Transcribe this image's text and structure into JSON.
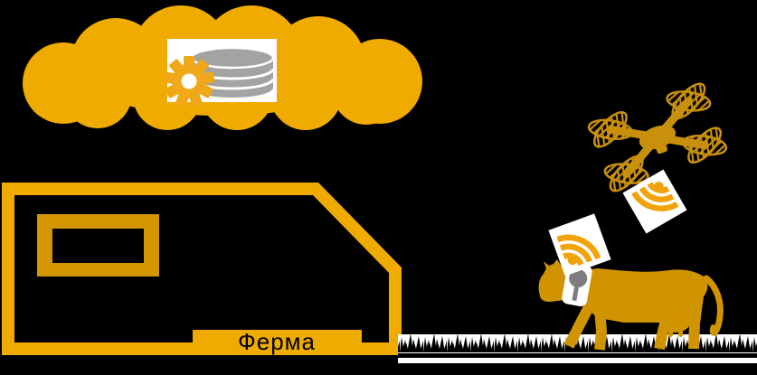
{
  "diagram": {
    "farm": {
      "label": "Ферма"
    },
    "icons": [
      "cloud-icon",
      "gear-icon",
      "database-icon",
      "farm-building",
      "farm-window",
      "drone-icon",
      "wifi-signal-upper-icon",
      "wifi-signal-lower-icon",
      "cow-icon",
      "collar-sensor",
      "collar-tag-icon",
      "grass-strip"
    ]
  },
  "colors": {
    "background": "#000000",
    "cloud": "#F0AB00",
    "building": "#F0AB00",
    "window_frame": "#D29600",
    "box_bg": "#FFFFFF",
    "gear": "#F0A818",
    "database": "#A3A3A3",
    "drone": "#C9900E",
    "wifi": "#F0A30A",
    "wifi_tile": "#FFFFFF",
    "cow": "#CF9400",
    "collar": "#FFFFFF",
    "collar_tag": "#7D7D7D",
    "grass_bg": "#FFFFFF",
    "grass_blades": "#000000",
    "farm_label_text": "#000000"
  }
}
